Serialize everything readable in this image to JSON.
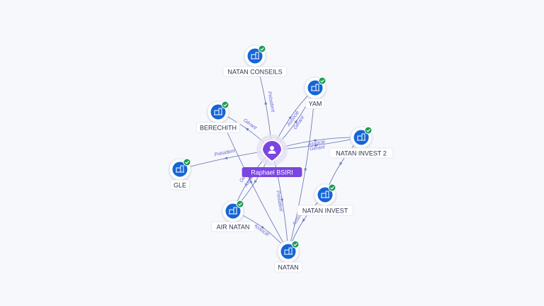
{
  "colors": {
    "accent": "#7a45e0",
    "company_blue": "#1565d8",
    "check_green": "#1e9a55",
    "edge": "#6f7db8",
    "edge_label": "#6a62d8"
  },
  "person": {
    "id": "p",
    "name": "Raphael BSIRI",
    "icon": "person-icon"
  },
  "companies": [
    {
      "id": "natan-conseils",
      "label": "NATAN CONSEILS",
      "icon": "building-icon",
      "badge": "check-icon"
    },
    {
      "id": "yam",
      "label": "YAM",
      "icon": "building-icon",
      "badge": "check-icon"
    },
    {
      "id": "berechith",
      "label": "BERECHITH",
      "icon": "building-icon",
      "badge": "check-icon"
    },
    {
      "id": "natan-invest-2",
      "label": "NATAN INVEST 2",
      "icon": "building-icon",
      "badge": "check-icon"
    },
    {
      "id": "gle",
      "label": "GLE",
      "icon": "building-icon",
      "badge": "check-icon"
    },
    {
      "id": "natan-invest",
      "label": "NATAN INVEST",
      "icon": "building-icon",
      "badge": "check-icon"
    },
    {
      "id": "air-natan",
      "label": "AIR NATAN",
      "icon": "building-icon",
      "badge": "check-icon"
    },
    {
      "id": "natan",
      "label": "NATAN",
      "icon": "building-icon",
      "badge": "check-icon"
    }
  ],
  "relations": [
    {
      "from": "p",
      "to": "natan-conseils",
      "label": "Président"
    },
    {
      "from": "p",
      "to": "yam",
      "label": "Gérant"
    },
    {
      "from": "p",
      "to": "yam",
      "label": "Associé"
    },
    {
      "from": "p",
      "to": "berechith",
      "label": "Gérant"
    },
    {
      "from": "p",
      "to": "natan-invest-2",
      "label": "Gérant"
    },
    {
      "from": "p",
      "to": "natan-invest-2",
      "label": "Associé"
    },
    {
      "from": "p",
      "to": "gle",
      "label": "Président"
    },
    {
      "from": "p",
      "to": "air-natan",
      "label": "Gérant"
    },
    {
      "from": "p",
      "to": "air-natan",
      "label": "Associé"
    },
    {
      "from": "p",
      "to": "natan",
      "label": "Président"
    },
    {
      "from": "air-natan",
      "to": "natan",
      "label": "Associé"
    },
    {
      "from": "natan-invest",
      "to": "natan",
      "label": "Associé"
    },
    {
      "from": "natan-invest-2",
      "to": "natan-invest",
      "label": ""
    },
    {
      "from": "berechith",
      "to": "natan",
      "label": ""
    },
    {
      "from": "yam",
      "to": "natan",
      "label": ""
    }
  ]
}
